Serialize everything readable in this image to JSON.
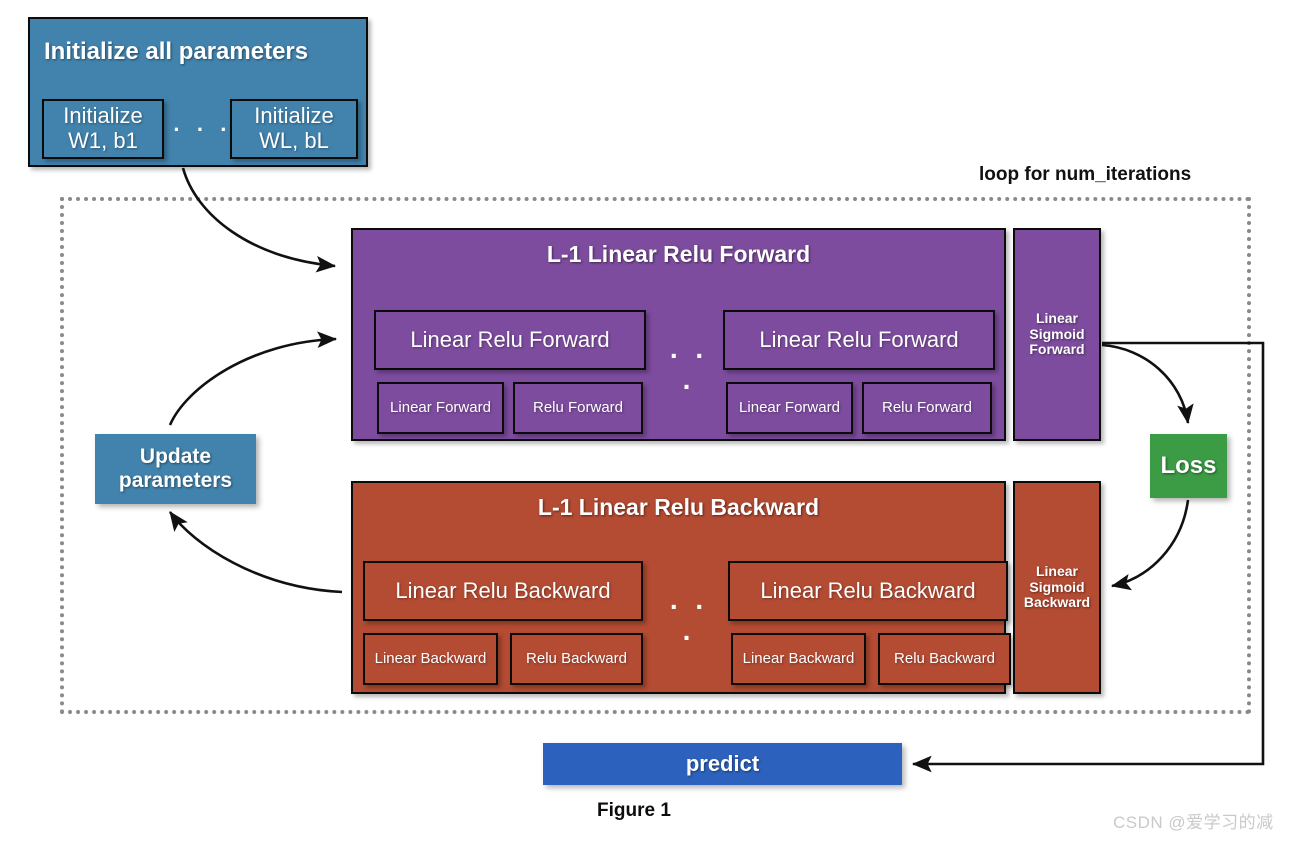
{
  "figure": {
    "caption": "Figure 1",
    "watermark": "CSDN @爱学习的减"
  },
  "colors": {
    "init_blue": "#4183AD",
    "forward_purple": "#7D4C9E",
    "backward_red": "#B44B33",
    "loss_green": "#3C9B45",
    "predict_blue": "#2C62BE",
    "loop_border": "#8A8A8A",
    "block_border": "#0B0B0B",
    "arrow": "#111111"
  },
  "init": {
    "title": "Initialize all parameters",
    "items": [
      {
        "line1": "Initialize",
        "line2": "W1, b1"
      },
      {
        "line1": "Initialize",
        "line2": "WL, bL"
      }
    ],
    "ellipsis": "· · ·"
  },
  "loop": {
    "label": "loop for num_iterations"
  },
  "update": {
    "line1": "Update",
    "line2": "parameters"
  },
  "forward": {
    "title": "L-1 Linear Relu Forward",
    "ellipsis": ". . .",
    "groups": [
      {
        "label": "Linear Relu Forward",
        "sub": [
          "Linear Forward",
          "Relu Forward"
        ]
      },
      {
        "label": "Linear Relu Forward",
        "sub": [
          "Linear Forward",
          "Relu Forward"
        ]
      }
    ],
    "sigmoid": {
      "line1": "Linear",
      "line2": "Sigmoid",
      "line3": "Forward"
    }
  },
  "backward": {
    "title": "L-1 Linear Relu Backward",
    "ellipsis": ". . .",
    "groups": [
      {
        "label": "Linear Relu Backward",
        "sub": [
          "Linear Backward",
          "Relu Backward"
        ]
      },
      {
        "label": "Linear Relu Backward",
        "sub": [
          "Linear Backward",
          "Relu Backward"
        ]
      }
    ],
    "sigmoid": {
      "line1": "Linear",
      "line2": "Sigmoid",
      "line3": "Backward"
    }
  },
  "loss": {
    "label": "Loss"
  },
  "predict": {
    "label": "predict"
  }
}
